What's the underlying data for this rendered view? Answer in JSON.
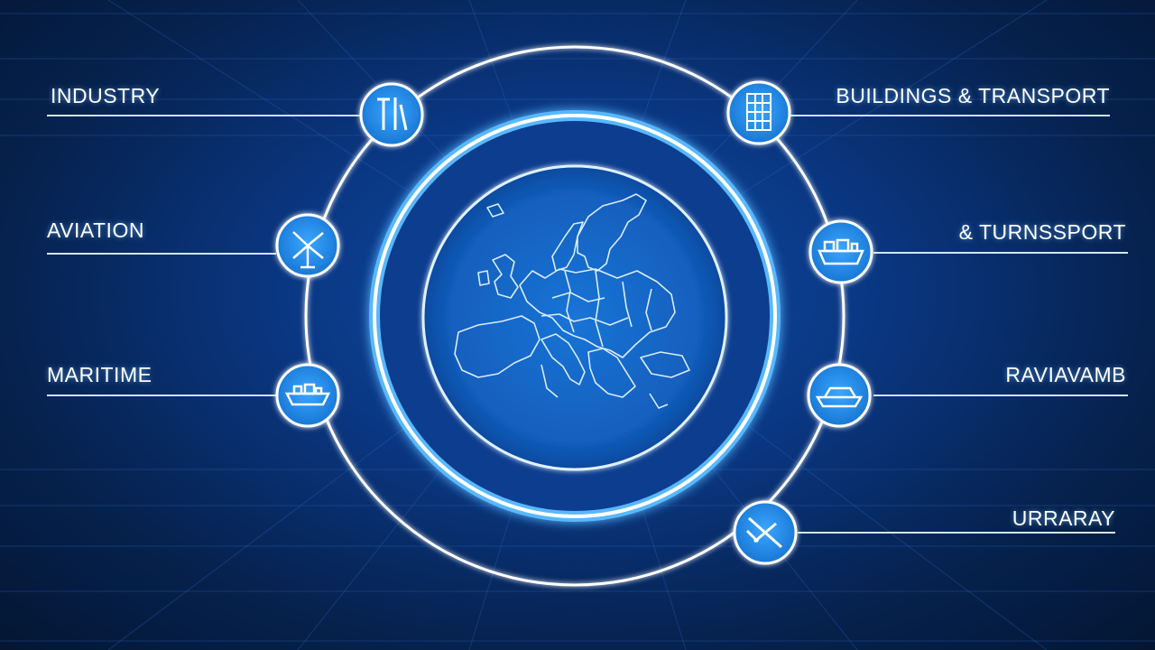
{
  "left_labels": [
    "INDUSTRY",
    "AVIATION",
    "MARITIME"
  ],
  "right_labels": [
    "BUILDINGS & TRANSPORT",
    "& TURNSSPORT",
    "RAVIAVAMB",
    "URRARAY"
  ],
  "icons": {
    "industry": "tools-icon",
    "aviation": "wind-turbine-icon",
    "maritime": "ship-icon",
    "buildings": "building-icon",
    "transport": "cargo-ship-icon",
    "right3": "vehicle-icon",
    "right4": "aircraft-icon"
  },
  "colors": {
    "ring": "#ffffff",
    "glow": "#3fa9ff",
    "node": "#1f8fe8",
    "map_fill": "#1565c0",
    "map_line": "#d8ecff"
  }
}
